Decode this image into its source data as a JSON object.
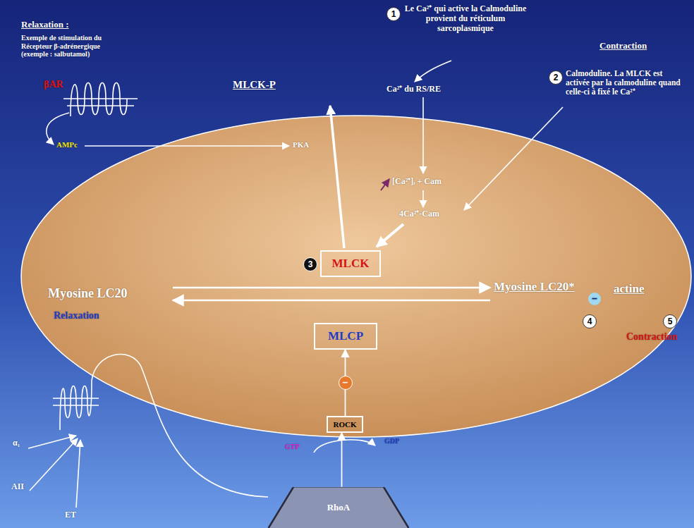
{
  "diagram": {
    "nodes": [
      {
        "text": [
          "MLCK"
        ]
      },
      {
        "text": [
          "MLCP"
        ]
      },
      {
        "text": [
          "ROCK"
        ]
      },
      {
        "text": [
          "RhoA"
        ]
      }
    ],
    "edges": [
      {
        "from": 3,
        "to": 2,
        "arrow": "to"
      },
      {
        "from": 2,
        "to": 1,
        "arrow": "to",
        "label": "–"
      }
    ],
    "labels": [
      "Relaxation :",
      "Exemple de stimulation du Récepteur β-adrénergique (exemple : salbutamol)",
      "βAR",
      "AMPc",
      "PKA",
      "MLCK-P",
      "1",
      "Le Ca²⁺ qui active la Calmoduline provient du réticulum sarcoplasmique",
      "Contraction",
      "Ca²⁺ du RS/RE",
      "2",
      "Calmoduline. La MLCK est activée par la calmoduline quand celle-ci à fixé le Ca²⁺",
      "[Ca²⁺]ᵢ + Cam",
      "4Ca²⁺-Cam",
      "3",
      "Myosine LC20",
      "Relaxation",
      "Myosine LC20*",
      "–",
      "actine",
      "4",
      "5",
      "Contraction",
      "GTP",
      "GDP",
      "α₁",
      "AII",
      "ET"
    ]
  }
}
